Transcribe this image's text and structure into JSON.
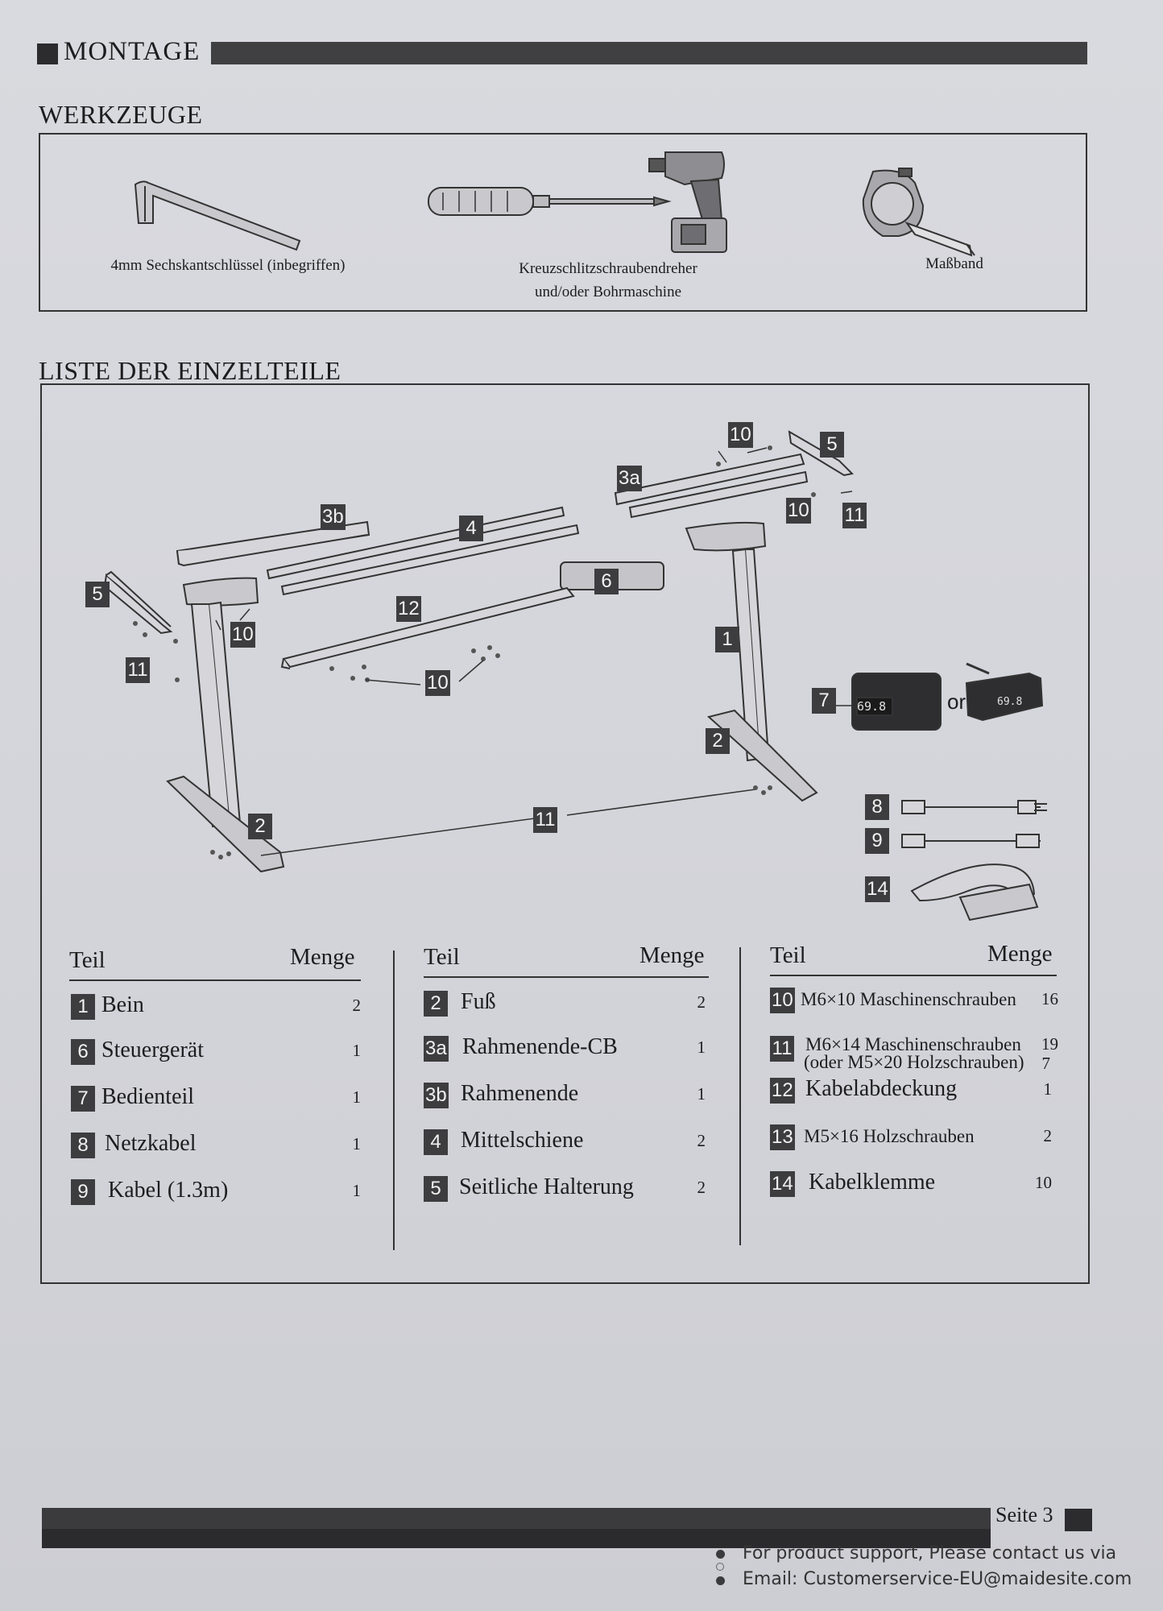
{
  "header": {
    "title": "MONTAGE"
  },
  "tools_section": {
    "title": "WERKZEUGE",
    "tools": [
      {
        "icon": "hex-key-icon",
        "label": "4mm Sechskantschlüssel (inbegriffen)"
      },
      {
        "icon": "screwdriver-drill-icon",
        "label_line1": "Kreuzschlitzschraubendreher",
        "label_line2": "und/oder Bohrmaschine"
      },
      {
        "icon": "tape-measure-icon",
        "label": "Maßband"
      }
    ]
  },
  "parts_section": {
    "title": "LISTE DER EINZELTEILE",
    "callouts": [
      "1",
      "2",
      "2",
      "3a",
      "3b",
      "4",
      "5",
      "5",
      "6",
      "7",
      "8",
      "9",
      "10",
      "10",
      "10",
      "10",
      "11",
      "11",
      "11",
      "12",
      "14"
    ],
    "or_text": "or",
    "display_reading": "69.8",
    "columns": [
      {
        "header_part": "Teil",
        "header_qty": "Menge",
        "rows": [
          {
            "num": "1",
            "name": "Bein",
            "qty": "2"
          },
          {
            "num": "6",
            "name": "Steuergerät",
            "qty": "1"
          },
          {
            "num": "7",
            "name": "Bedienteil",
            "qty": "1"
          },
          {
            "num": "8",
            "name": "Netzkabel",
            "qty": "1"
          },
          {
            "num": "9",
            "name": "Kabel (1.3m)",
            "qty": "1"
          }
        ]
      },
      {
        "header_part": "Teil",
        "header_qty": "Menge",
        "rows": [
          {
            "num": "2",
            "name": "Fuß",
            "qty": "2"
          },
          {
            "num": "3a",
            "name": "Rahmenende-CB",
            "qty": "1"
          },
          {
            "num": "3b",
            "name": "Rahmenende",
            "qty": "1"
          },
          {
            "num": "4",
            "name": "Mittelschiene",
            "qty": "2"
          },
          {
            "num": "5",
            "name": "Seitliche Halterung",
            "qty": "2"
          }
        ]
      },
      {
        "header_part": "Teil",
        "header_qty": "Menge",
        "rows": [
          {
            "num": "10",
            "name": "M6×10 Maschinenschrauben",
            "qty": "16"
          },
          {
            "num": "11",
            "name": "M6×14 Maschinenschrauben",
            "name2": "(oder M5×20 Holzschrauben)",
            "qty": "19",
            "qty2": "7"
          },
          {
            "num": "12",
            "name": "Kabelabdeckung",
            "qty": "1"
          },
          {
            "num": "13",
            "name": "M5×16 Holzschrauben",
            "qty": "2"
          },
          {
            "num": "14",
            "name": "Kabelklemme",
            "qty": "10"
          }
        ]
      }
    ]
  },
  "footer": {
    "page": "Seite 3",
    "support_line1": "For product support, Please contact us via",
    "support_line2": "Email: Customerservice-EU@maidesite.com"
  }
}
